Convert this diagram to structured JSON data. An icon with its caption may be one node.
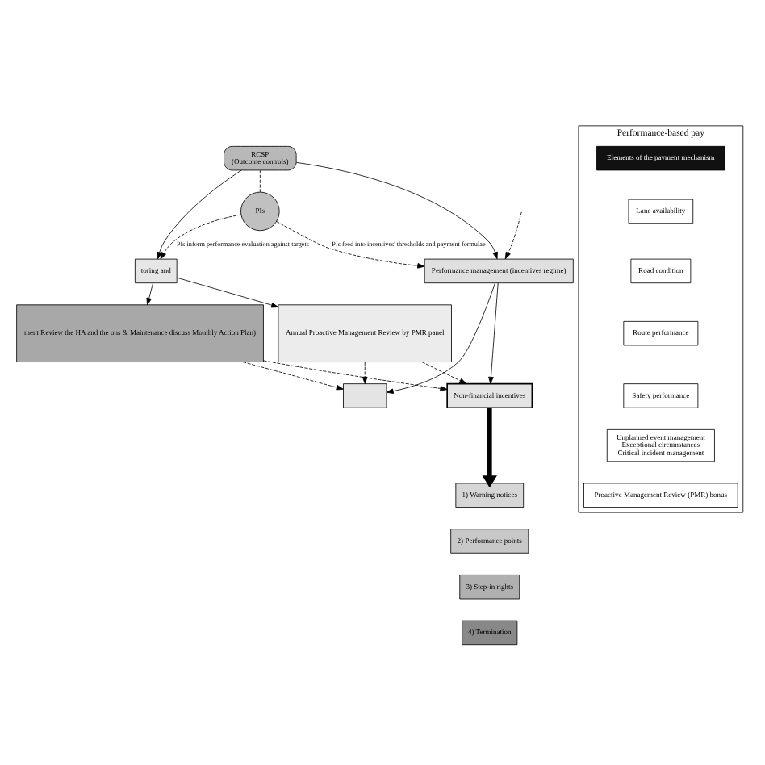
{
  "diagram": {
    "nodes": [
      {
        "text": [
          "RCSP",
          "(Outcome controls)"
        ]
      },
      {
        "text": [
          "PIs"
        ]
      },
      {
        "text": [
          "toring and"
        ]
      },
      {
        "text": [
          "Performance management (incentives regime)"
        ]
      },
      {
        "text": [
          "ment Review the HA and the ons & Maintenance discuss Monthly Action Plan)"
        ]
      },
      {
        "text": [
          "Annual Proactive Management Review by PMR panel"
        ]
      },
      {
        "text": [
          "Non-financial incentives"
        ]
      },
      {
        "text": [
          "1) Warning notices"
        ]
      },
      {
        "text": [
          "2) Performance points"
        ]
      },
      {
        "text": [
          "3) Step-in rights"
        ]
      },
      {
        "text": [
          "4) Termination"
        ]
      },
      {
        "text": [],
        "shape": "box"
      },
      {
        "text": [
          "Performance-based pay"
        ]
      },
      {
        "text": [
          "Elements of the payment mechanism"
        ],
        "in": 12
      },
      {
        "text": [
          "Lane availability"
        ],
        "in": 12
      },
      {
        "text": [
          "Road condition"
        ],
        "in": 12
      },
      {
        "text": [
          "Route performance"
        ],
        "in": 12
      },
      {
        "text": [
          "Safety performance"
        ],
        "in": 12
      },
      {
        "text": [
          "Unplanned event management",
          "Exceptional circumstances",
          "Critical incident management"
        ],
        "in": 12
      },
      {
        "text": [
          "Proactive Management Review (PMR) bonus"
        ],
        "in": 12
      }
    ],
    "edges": [
      {
        "from": 0,
        "to": 2,
        "arrow": "to"
      },
      {
        "from": 0,
        "to": 3,
        "arrow": "to"
      },
      {
        "from": 0,
        "to": 1,
        "arrow": "none",
        "style": "dashed"
      },
      {
        "from": 1,
        "to": 2,
        "arrow": "to",
        "style": "dashed",
        "label": "PIs inform performance evaluation against targets"
      },
      {
        "from": 1,
        "to": 3,
        "arrow": "to",
        "style": "dashed",
        "label": "PIs feed into incentives' thresholds and payment formulae"
      },
      {
        "from": 3,
        "to": 6,
        "arrow": "to"
      },
      {
        "from": 3,
        "to": 11,
        "arrow": "to"
      },
      {
        "from": null,
        "to": 3,
        "arrow": "to",
        "style": "dashed"
      },
      {
        "from": 2,
        "to": 4,
        "arrow": "to"
      },
      {
        "from": 2,
        "to": 5,
        "arrow": "to"
      },
      {
        "from": 4,
        "to": 6,
        "arrow": "to",
        "style": "dashed"
      },
      {
        "from": 4,
        "to": 11,
        "arrow": "to",
        "style": "dashed"
      },
      {
        "from": 5,
        "to": 6,
        "arrow": "to",
        "style": "dashed"
      },
      {
        "from": 5,
        "to": 11,
        "arrow": "to",
        "style": "dashed"
      },
      {
        "from": 6,
        "to": 7,
        "arrow": "to",
        "style": "thick"
      }
    ]
  }
}
